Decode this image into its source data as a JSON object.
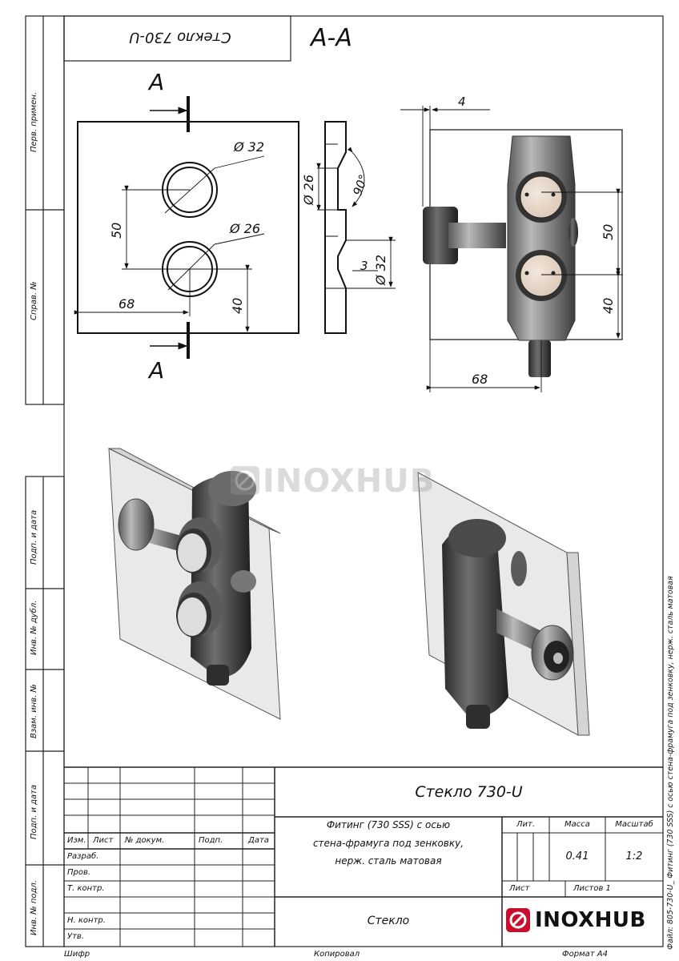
{
  "drawing": {
    "section_label": "A-A",
    "mirrored_title": "Стекло 730-U",
    "section_marks": [
      "А",
      "А"
    ],
    "dims": {
      "d32": "Ø 32",
      "d26": "Ø 26",
      "d50": "50",
      "d68": "68",
      "d40": "40",
      "side_d26": "Ø 26",
      "angle": "90°",
      "side_3": "3",
      "side_d32": "Ø 32",
      "right_4": "4",
      "right_50": "50",
      "right_40": "40",
      "right_68": "68"
    },
    "watermark": "INOXHUB"
  },
  "left_margin": {
    "perv_primen": "Перв. примен.",
    "sprav_no": "Справ. №",
    "podp_data_1": "Подп. и дата",
    "inv_dubl": "Инв. № дубл.",
    "vzam_inv": "Взам. инв. №",
    "podp_data_2": "Подп. и дата",
    "inv_podl": "Инв. № подл."
  },
  "title_block": {
    "doc_code": "Стекло 730-U",
    "description_line1": "Фитинг (730 SSS) с осью",
    "description_line2": "стена-фрамуга под зенковку,",
    "description_line3": "нерж. сталь матовая",
    "material": "Стекло",
    "headers": {
      "izm": "Изм.",
      "list": "Лист",
      "doc_no": "№ докум.",
      "podp": "Подп.",
      "data": "Дата"
    },
    "roles": {
      "razrab": "Разраб.",
      "prov": "Пров.",
      "t_kontr": "Т. контр.",
      "n_kontr": "Н. контр.",
      "utv": "Утв."
    },
    "lit_label": "Лит.",
    "mass_label": "Масса",
    "scale_label": "Масштаб",
    "mass_value": "0.41",
    "scale_value": "1:2",
    "sheet_label": "Лист",
    "sheets_label": "Листов 1",
    "logo": "INOXHUB"
  },
  "footer": {
    "shifr": "Шифр",
    "kopiroval": "Копировал",
    "format": "Формат А4"
  },
  "file_name": "Файл: 805-730-U_ Фитинг (730 SSS) с осью стена-фрамуга под зенковку, нерж. сталь матовая"
}
